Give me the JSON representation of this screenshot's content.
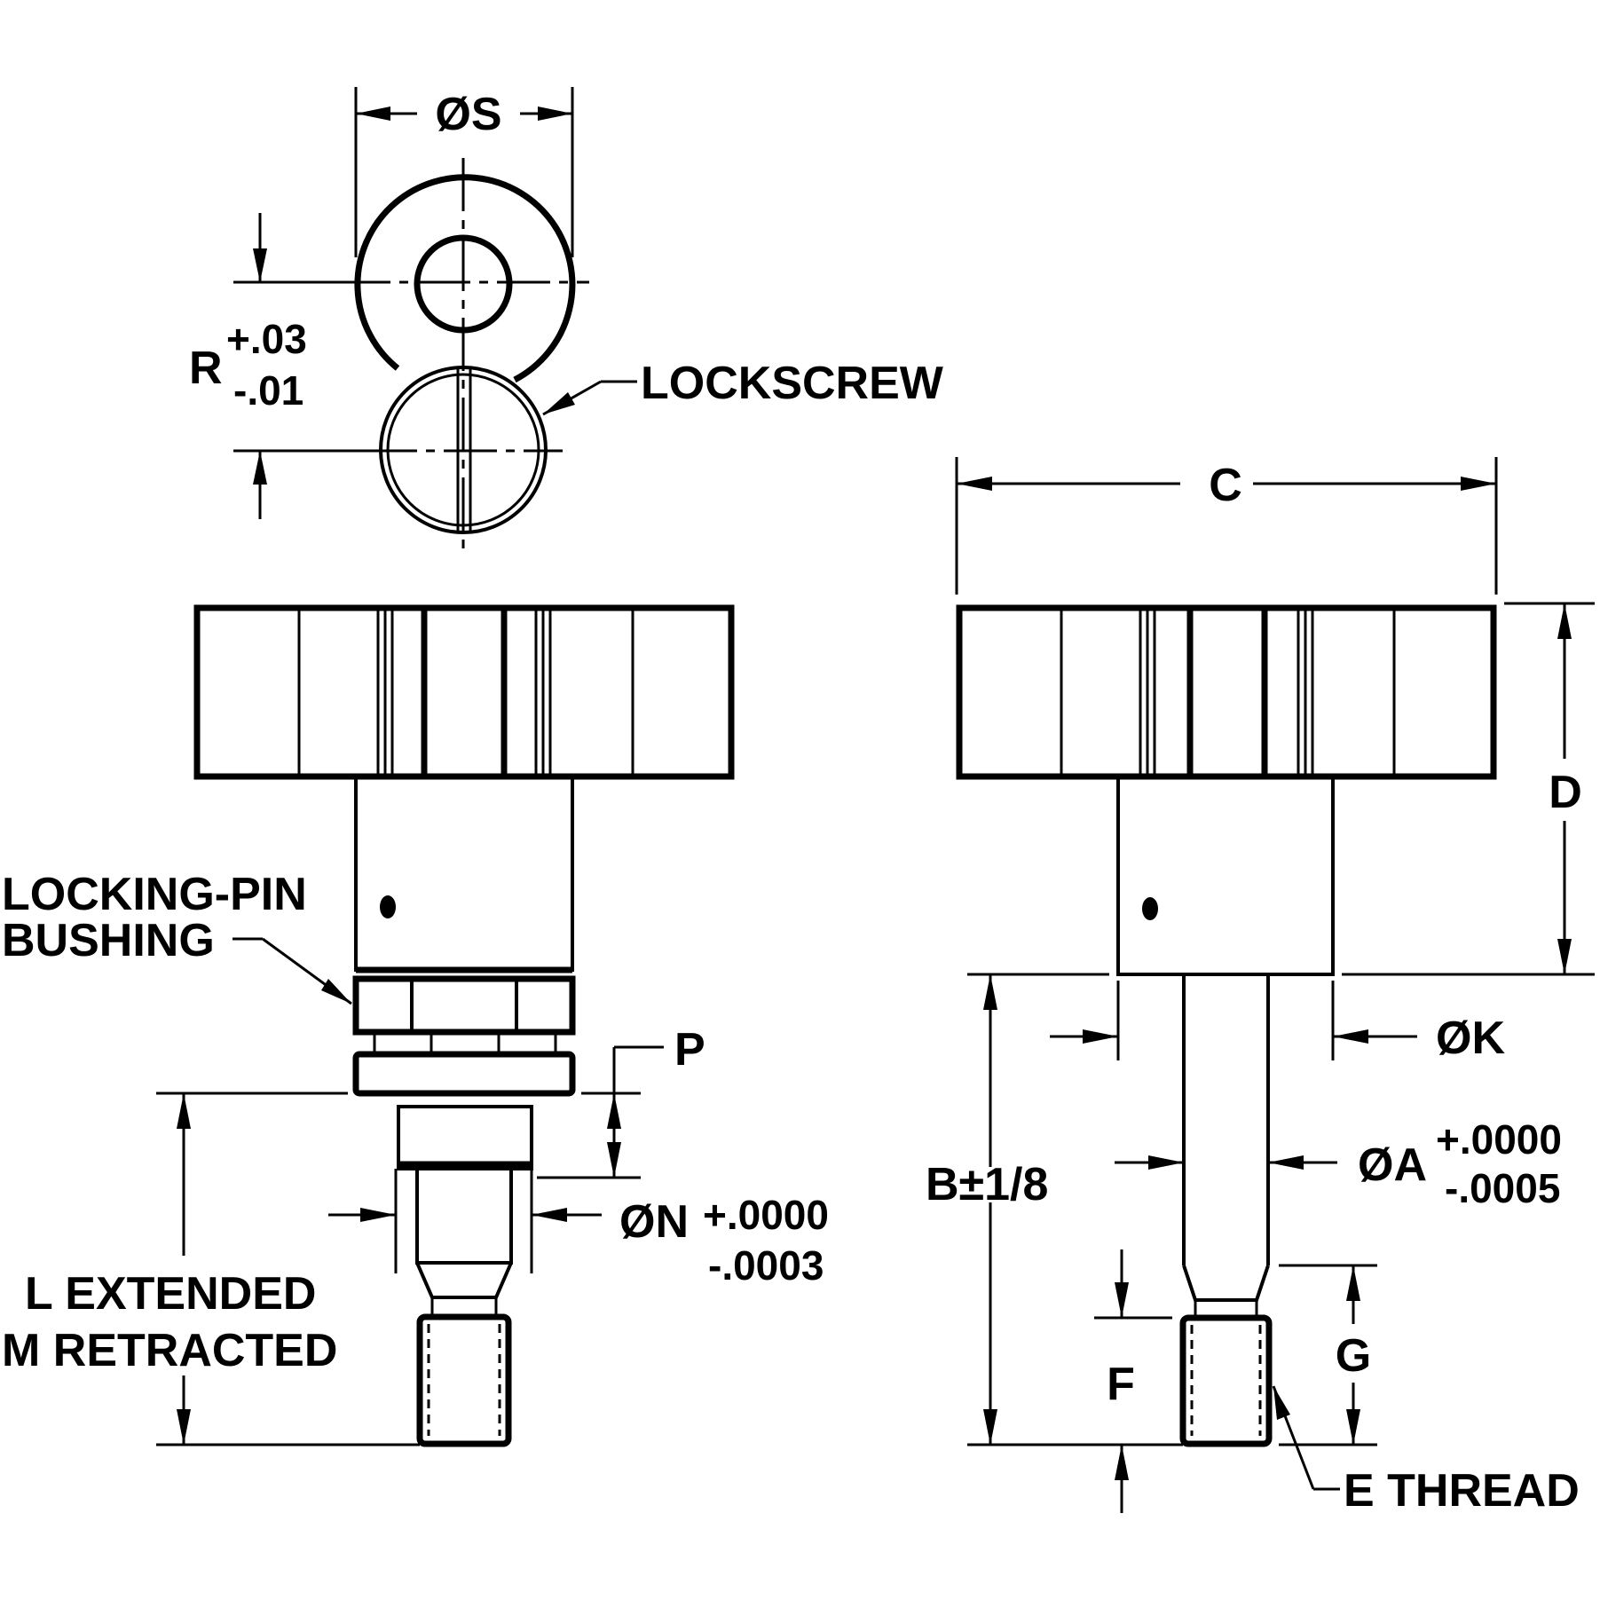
{
  "labels": {
    "dia_s": "ØS",
    "r_base": "R",
    "r_plus": "+.03",
    "r_minus": "-.01",
    "lockscrew": "LOCKSCREW",
    "locking_pin_line1": "LOCKING-PIN",
    "locking_pin_line2": "BUSHING",
    "p": "P",
    "dia_n": "ØN",
    "n_plus": "+.0000",
    "n_minus": "-.0003",
    "l_extended": "L EXTENDED",
    "m_retracted": "M RETRACTED",
    "c": "C",
    "d": "D",
    "dia_k": "ØK",
    "dia_a": "ØA",
    "a_plus": "+.0000",
    "a_minus": "-.0005",
    "b": "B±1/8",
    "f": "F",
    "g": "G",
    "e_thread": "E THREAD"
  }
}
